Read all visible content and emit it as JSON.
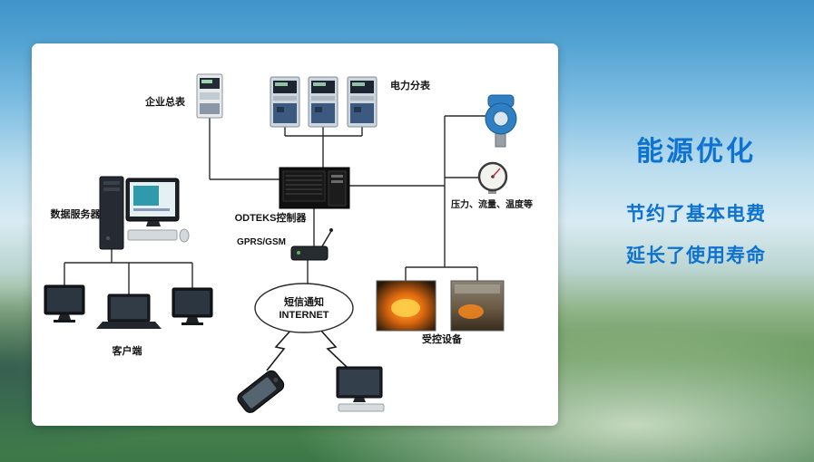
{
  "colors": {
    "accent_blue": "#0d72d2",
    "line_dark": "#2b2b2b",
    "panel_background": "#ffffff"
  },
  "caption": {
    "title": "能源优化",
    "line1": "节约了基本电费",
    "line2": "延长了使用寿命"
  },
  "diagram": {
    "labels": {
      "enterprise_meter": "企业总表",
      "power_submeters": "电力分表",
      "sensors": "压力、流量、温度等",
      "controller": "ODTEKS控制器",
      "data_server": "数据服务器",
      "gprs": "GPRS/GSM",
      "sms_line1": "短信通知",
      "sms_line2": "INTERNET",
      "clients": "客户端",
      "controlled_devices": "受控设备"
    }
  }
}
